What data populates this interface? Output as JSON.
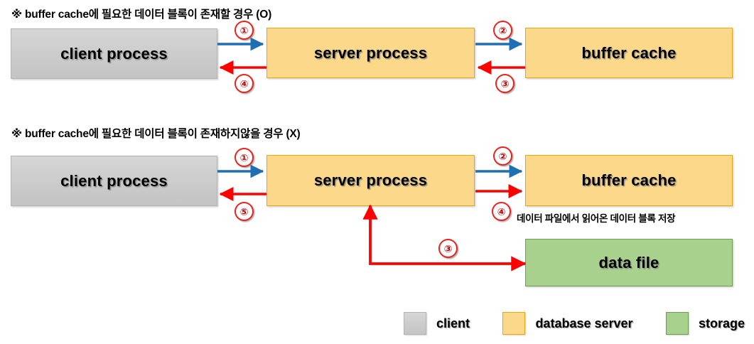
{
  "diagram": {
    "sections": [
      {
        "id": "hit",
        "heading": "※ buffer cache에 필요한 데이터 블록이 존재할 경우 (O)",
        "boxes": [
          {
            "id": "client-process",
            "label": "client process",
            "kind": "client"
          },
          {
            "id": "server-process",
            "label": "server process",
            "kind": "database-server"
          },
          {
            "id": "buffer-cache",
            "label": "buffer cache",
            "kind": "database-server"
          }
        ],
        "steps": [
          {
            "number": "①",
            "from": "client process",
            "to": "server process",
            "color": "#1f6fb4"
          },
          {
            "number": "②",
            "from": "server process",
            "to": "buffer cache",
            "color": "#1f6fb4"
          },
          {
            "number": "③",
            "from": "buffer cache",
            "to": "server process",
            "color": "#ff0000"
          },
          {
            "number": "④",
            "from": "server process",
            "to": "client process",
            "color": "#ff0000"
          }
        ]
      },
      {
        "id": "miss",
        "heading": "※ buffer cache에 필요한 데이터 블록이 존재하지않을 경우 (X)",
        "boxes": [
          {
            "id": "client-process",
            "label": "client process",
            "kind": "client"
          },
          {
            "id": "server-process",
            "label": "server process",
            "kind": "database-server"
          },
          {
            "id": "buffer-cache",
            "label": "buffer cache",
            "kind": "database-server"
          },
          {
            "id": "data-file",
            "label": "data file",
            "kind": "storage"
          }
        ],
        "caption": "데이터 파일에서 읽어온 데이터 블록 저장",
        "steps": [
          {
            "number": "①",
            "from": "client process",
            "to": "server process",
            "color": "#1f6fb4"
          },
          {
            "number": "②",
            "from": "server process",
            "to": "buffer cache",
            "color": "#1f6fb4"
          },
          {
            "number": "③",
            "from": "server process",
            "to": "data file",
            "color": "#ff0000"
          },
          {
            "number": "④",
            "from": "server process",
            "to": "buffer cache",
            "color": "#ff0000"
          },
          {
            "number": "⑤",
            "from": "server process",
            "to": "client process",
            "color": "#ff0000"
          }
        ]
      }
    ]
  },
  "legend": {
    "items": [
      {
        "label": "client",
        "color": "#cccccc"
      },
      {
        "label": "database server",
        "color": "#fcd98a"
      },
      {
        "label": "storage",
        "color": "#a9d18e"
      }
    ]
  },
  "colors": {
    "client_fill": "#cccccc",
    "server_fill": "#fcd98a",
    "storage_fill": "#a9d18e",
    "arrow_blue": "#1f6fb4",
    "arrow_red": "#ff0000",
    "step_circle": "#e8231c"
  }
}
